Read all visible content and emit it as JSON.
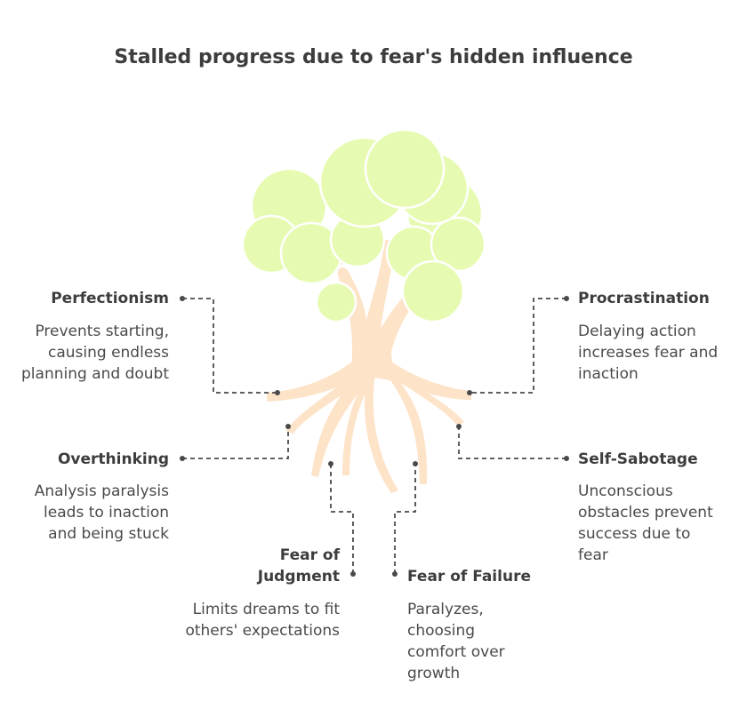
{
  "title": "Stalled progress due to fear's hidden influence",
  "colors": {
    "foliage": "#e6fbb1",
    "foliage_outline": "#ffffff",
    "trunk": "#fde3c8",
    "connector": "#4a4a4a",
    "text": "#3d3d3d"
  },
  "items": [
    {
      "heading": "Perfectionism",
      "description": "Prevents starting, causing endless planning and doubt"
    },
    {
      "heading": "Procrastination",
      "description": "Delaying action increases fear and inaction"
    },
    {
      "heading": "Overthinking",
      "description": "Analysis paralysis leads to inaction and being stuck"
    },
    {
      "heading": "Self-Sabotage",
      "description": "Unconscious obstacles prevent success due to fear"
    },
    {
      "heading": "Fear of Judgment",
      "description": "Limits dreams to fit others' expectations"
    },
    {
      "heading": "Fear of Failure",
      "description": "Paralyzes, choosing comfort over growth"
    }
  ]
}
